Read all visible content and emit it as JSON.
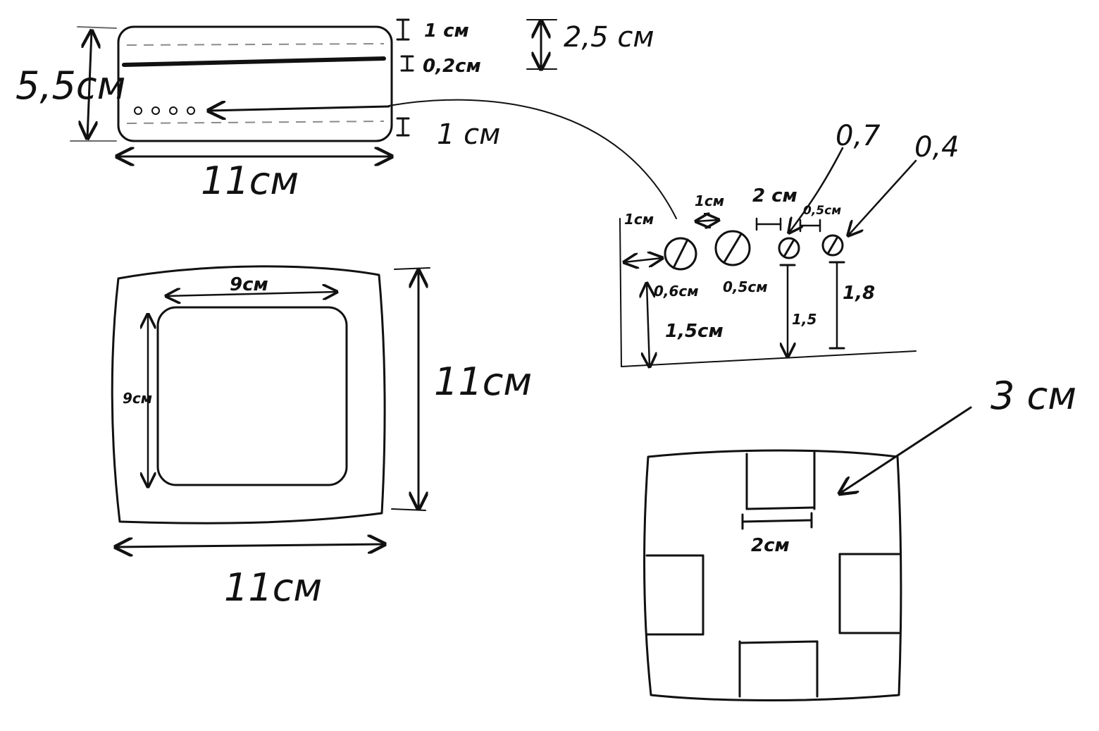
{
  "labels": {
    "top_height": "5,5см",
    "top_width": "11см",
    "top_margin_upper": "1 см",
    "top_slot_width": "0,2см",
    "top_upper_total": "2,5 см",
    "top_margin_lower": "1 см",
    "detail_side": "1см",
    "detail_gap_a": "1см",
    "detail_gap_b": "2 см",
    "detail_gap_c": "0,5см",
    "detail_small_a": "0,7",
    "detail_small_b": "0,4",
    "detail_d1": "0,6см",
    "detail_d2": "0,5см",
    "detail_height_1": "1,5см",
    "detail_height_2": "1,5",
    "detail_height_3": "1,8",
    "square_inner_width": "9см",
    "square_inner_height": "9см",
    "square_outer_height": "11см",
    "square_outer_width": "11см",
    "tab_depth": "3 см",
    "tab_width": "2см"
  }
}
